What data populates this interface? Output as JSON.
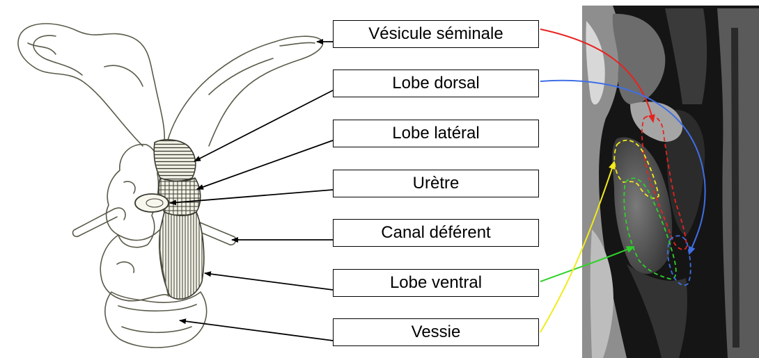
{
  "labels": [
    "Vésicule séminale",
    "Lobe dorsal",
    "Lobe latéral",
    "Urètre",
    "Canal déférent",
    "Lobe ventral",
    "Vessie"
  ],
  "colors": {
    "seminal_vesicle_outline": "#e8221f",
    "dorsal_lobe_outline": "#3f6fe6",
    "lateral_lobe_outline": "#f2ea1a",
    "ventral_lobe_outline": "#2fd12a",
    "sketch_ink": "#5a5a4a",
    "mri_background": "#151515"
  }
}
